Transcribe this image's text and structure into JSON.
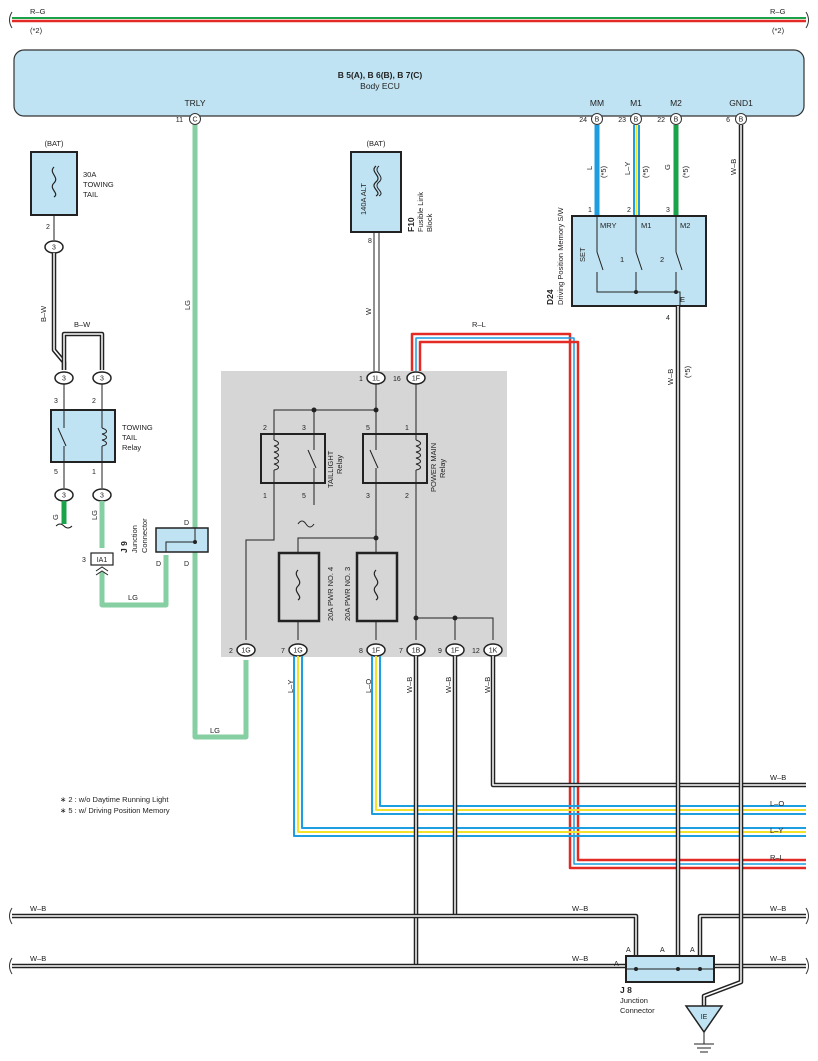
{
  "top_wire": {
    "left_label": "R–G",
    "right_label": "R–G",
    "left_note": "(*2)",
    "right_note": "(*2)"
  },
  "body_ecu": {
    "title": "B 5(A), B 6(B), B 7(C)",
    "name": "Body ECU"
  },
  "ecu_terminals": [
    {
      "name": "TRLY",
      "pin": "11",
      "conn": "C"
    },
    {
      "name": "MM",
      "pin": "24",
      "conn": "B"
    },
    {
      "name": "M1",
      "pin": "23",
      "conn": "B"
    },
    {
      "name": "M2",
      "pin": "22",
      "conn": "B"
    },
    {
      "name": "GND1",
      "pin": "6",
      "conn": "B"
    }
  ],
  "towing_fuse": {
    "source": "(BAT)",
    "line1": "30A",
    "line2": "TOWING",
    "line3": "TAIL",
    "pin": "2",
    "conn": "3"
  },
  "fusible_link": {
    "source": "(BAT)",
    "rating": "140A ALT",
    "code": "F10",
    "name1": "Fusible Link",
    "name2": "Block",
    "pin": "8"
  },
  "towing_relay": {
    "line1": "TOWING",
    "line2": "TAIL",
    "line3": "Relay",
    "pin_tl": "3",
    "pin_tr": "2",
    "pin_bl": "5",
    "pin_br": "1",
    "conn": "3"
  },
  "driving_sw": {
    "code": "D24",
    "name": "Driving Position Memory S/W",
    "set": "SET",
    "t_mry": "MRY",
    "t_m1": "M1",
    "t_m2": "M2",
    "t_e": "E",
    "sw1": "1",
    "sw2": "2",
    "pin1": "1",
    "pin2": "2",
    "pin3": "3",
    "pin4": "4"
  },
  "jb": {
    "in1": {
      "pin": "1",
      "conn": "1L"
    },
    "in2": {
      "pin": "16",
      "conn": "1F"
    },
    "tail_relay": {
      "name": "TAILLIGHT",
      "sub": "Relay",
      "p2": "2",
      "p3": "3",
      "p1": "1",
      "p5": "5"
    },
    "pm_relay": {
      "name": "POWER MAIN",
      "sub": "Relay",
      "p5": "5",
      "p1": "1",
      "p3": "3",
      "p2": "2"
    },
    "fuse4": "20A PWR NO. 4",
    "fuse3": "20A PWR NO. 3",
    "outs": [
      {
        "pin": "2",
        "conn": "1G"
      },
      {
        "pin": "7",
        "conn": "1G"
      },
      {
        "pin": "8",
        "conn": "1F"
      },
      {
        "pin": "7",
        "conn": "1B"
      },
      {
        "pin": "9",
        "conn": "1F"
      },
      {
        "pin": "12",
        "conn": "1K"
      }
    ]
  },
  "j9": {
    "code": "J 9",
    "name1": "Junction",
    "name2": "Connector",
    "d": "D"
  },
  "ia1": {
    "pin": "3",
    "label": "IA1"
  },
  "j8": {
    "code": "J 8",
    "name1": "Junction",
    "name2": "Connector",
    "a": "A"
  },
  "ground": "IE",
  "wires": {
    "LG": "LG",
    "W": "W",
    "RL": "R–L",
    "BW": "B–W",
    "G": "G",
    "L": "L",
    "LY": "L–Y",
    "WB": "W–B",
    "LO": "L–O",
    "note5": "(*5)"
  },
  "right_labels": [
    "W–B",
    "L–O",
    "L–Y",
    "R–L",
    "W–B",
    "W–B"
  ],
  "bottom_labels": [
    "W–B",
    "W–B",
    "W–B",
    "W–B"
  ],
  "notes": [
    "∗ 2 : w/o Daytime Running Light",
    "∗ 5 : w/ Driving Position Memory"
  ],
  "colors": {
    "lg": "#86cfa3",
    "g": "#1aa34a",
    "blue": "#1c9ee0",
    "yellow": "#f2e22a",
    "red": "#e32a24",
    "ecu": "#bfe3f3",
    "grey": "#d6d6d6"
  }
}
